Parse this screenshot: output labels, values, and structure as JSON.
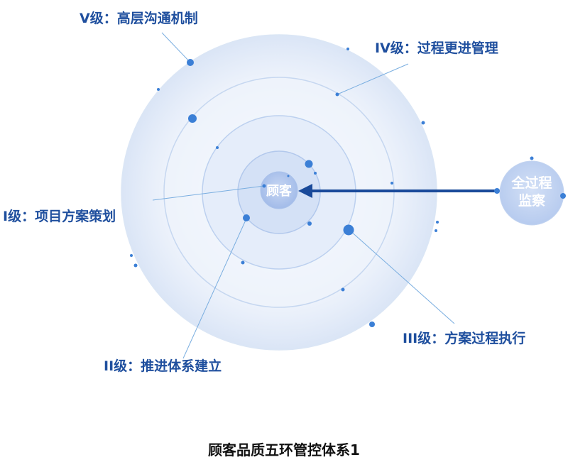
{
  "diagram": {
    "center_label": "顾客",
    "monitor_label_line1": "全过程",
    "monitor_label_line2": "监察",
    "levels": [
      {
        "id": "I",
        "label": "I级：项目方案策划"
      },
      {
        "id": "II",
        "label": "II级：推进体系建立"
      },
      {
        "id": "III",
        "label": "III级：方案过程执行"
      },
      {
        "id": "IV",
        "label": "IV级：过程更进管理"
      },
      {
        "id": "V",
        "label": "V级：高层沟通机制"
      }
    ],
    "colors": {
      "accent": "#1f4f9e",
      "arrow": "#1a4a9a",
      "dot": "#3b7fd6",
      "ring_fill": "#dbe6f7",
      "leader": "#7aaee0"
    }
  },
  "caption": "顾客品质五环管控体系1"
}
